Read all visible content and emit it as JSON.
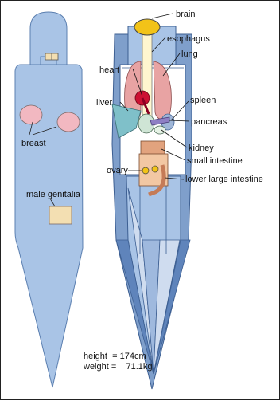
{
  "labels": {
    "brain": "brain",
    "esophagus": "esophagus",
    "lung": "lung",
    "heart": "heart",
    "liver": "liver",
    "spleen": "spleen",
    "pancreas": "pancreas",
    "kidney": "kidney",
    "small_intestine": "small intestine",
    "ovary": "ovary",
    "lower_large_intestine": "lower large intestine",
    "breast": "breast",
    "male_genitalia": "male genitalia"
  },
  "stats": {
    "height_label": "height",
    "height_value": "= 174cm",
    "weight_label": "weight",
    "weight_value": "=    71.1kg"
  },
  "colors": {
    "body": "#a9c4e6",
    "body_dark": "#7f9fcb",
    "organ_pink": "#e8a3a3",
    "heart": "#cc1133",
    "brain": "#f2c318",
    "liver": "#7fc0c9",
    "intestine": "#e2a37e",
    "tan": "#f3dfb2"
  }
}
